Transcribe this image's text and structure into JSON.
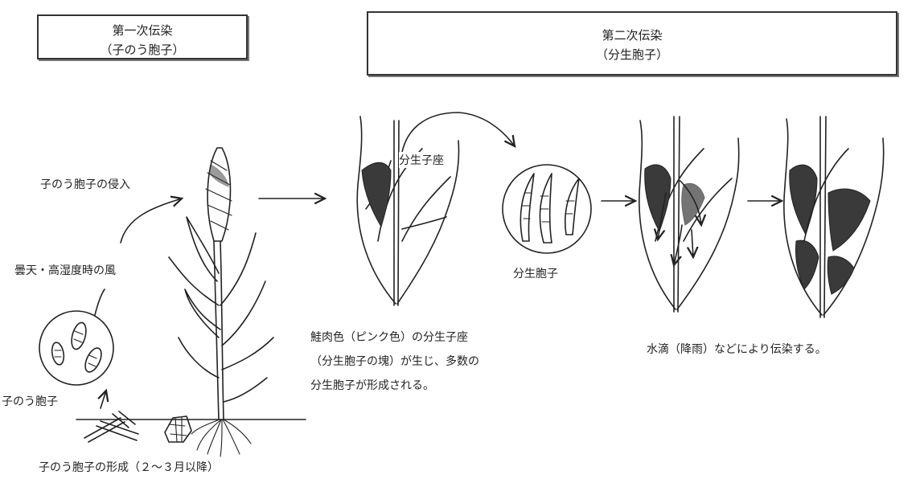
{
  "primary_infection": {
    "title": "第一次伝染",
    "subtitle": "（子のう胞子）",
    "labels": {
      "invasion": "子のう胞子の侵入",
      "wind": "曇天・高湿度時の風",
      "ascospores": "子のう胞子",
      "formation": "子のう胞子の形成（２～３月以降）"
    }
  },
  "secondary_infection": {
    "title": "第二次伝染",
    "subtitle": "（分生胞子）",
    "labels": {
      "sporodochium": "分生子座",
      "conidia": "分生胞子"
    },
    "description_left": [
      "鮭肉色（ピンク色）の分生子座",
      "（分生胞子の塊）が生じ、多数の",
      "分生胞子が形成される。"
    ],
    "description_right": "水滴（降雨）などにより伝染する。"
  }
}
